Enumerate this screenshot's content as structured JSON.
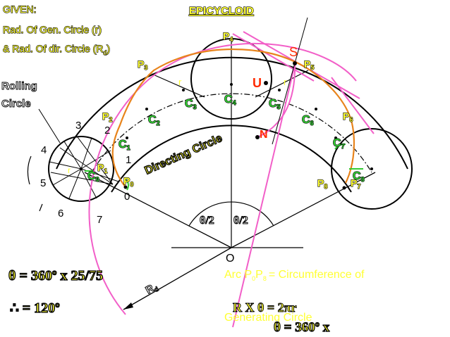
{
  "given": {
    "line1": "GIVEN:",
    "line2": "Rad. Of Gen. Circle (r)",
    "line3": "& Rad. Of dir. Circle (R",
    "line3_sub": "d",
    "line3_end": ")"
  },
  "title": "EPICYCLOID",
  "rolling_circle": {
    "line1": "Rolling",
    "line2": "Circle"
  },
  "directing_circle_label": "Directing Circle",
  "center_label": "O",
  "radius_label": "R",
  "radius_sub": "d",
  "small_r": "r",
  "points_P": [
    {
      "name": "P",
      "sub": "0"
    },
    {
      "name": "P",
      "sub": "1"
    },
    {
      "name": "P",
      "sub": "2"
    },
    {
      "name": "P",
      "sub": "3"
    },
    {
      "name": "P",
      "sub": "4"
    },
    {
      "name": "P",
      "sub": "5"
    },
    {
      "name": "P",
      "sub": "6"
    },
    {
      "name": "P",
      "sub": "7"
    },
    {
      "name": "P",
      "sub": "8"
    }
  ],
  "points_C": [
    {
      "name": "C",
      "sub": "1"
    },
    {
      "name": "C",
      "sub": "2"
    },
    {
      "name": "C",
      "sub": "3"
    },
    {
      "name": "C",
      "sub": "4"
    },
    {
      "name": "C",
      "sub": "5"
    },
    {
      "name": "C",
      "sub": "6"
    },
    {
      "name": "C",
      "sub": "7"
    },
    {
      "name": "C",
      "sub": "8"
    },
    {
      "name": "C",
      "sub": "0"
    }
  ],
  "division_numbers": [
    "0",
    "1",
    "2",
    "3",
    "4",
    "5",
    "6",
    "7"
  ],
  "construction_points": {
    "S": "S",
    "U": "U",
    "N": "N"
  },
  "angle_label_left": "θ/2",
  "angle_label_right": "θ/2",
  "formula1": "θ = 360º x 25/75",
  "formula2": "∴ = 120º",
  "arc_text": {
    "prefix": "Arc P",
    "sub0": "0",
    "mid": "P",
    "sub8": "8",
    "suffix": "= Circumference of"
  },
  "generating_circle": "Generating Circle",
  "rd_theta_overlay": "R  X θ = 2πr",
  "theta_360": "θ = 360º x",
  "colors": {
    "background": "#ffffff",
    "yellow": "#ffff33",
    "green": "#33cc33",
    "orange_curve": "#e8841c",
    "pink_curve": "#f25fc8",
    "red_label": "#ff2a00"
  }
}
